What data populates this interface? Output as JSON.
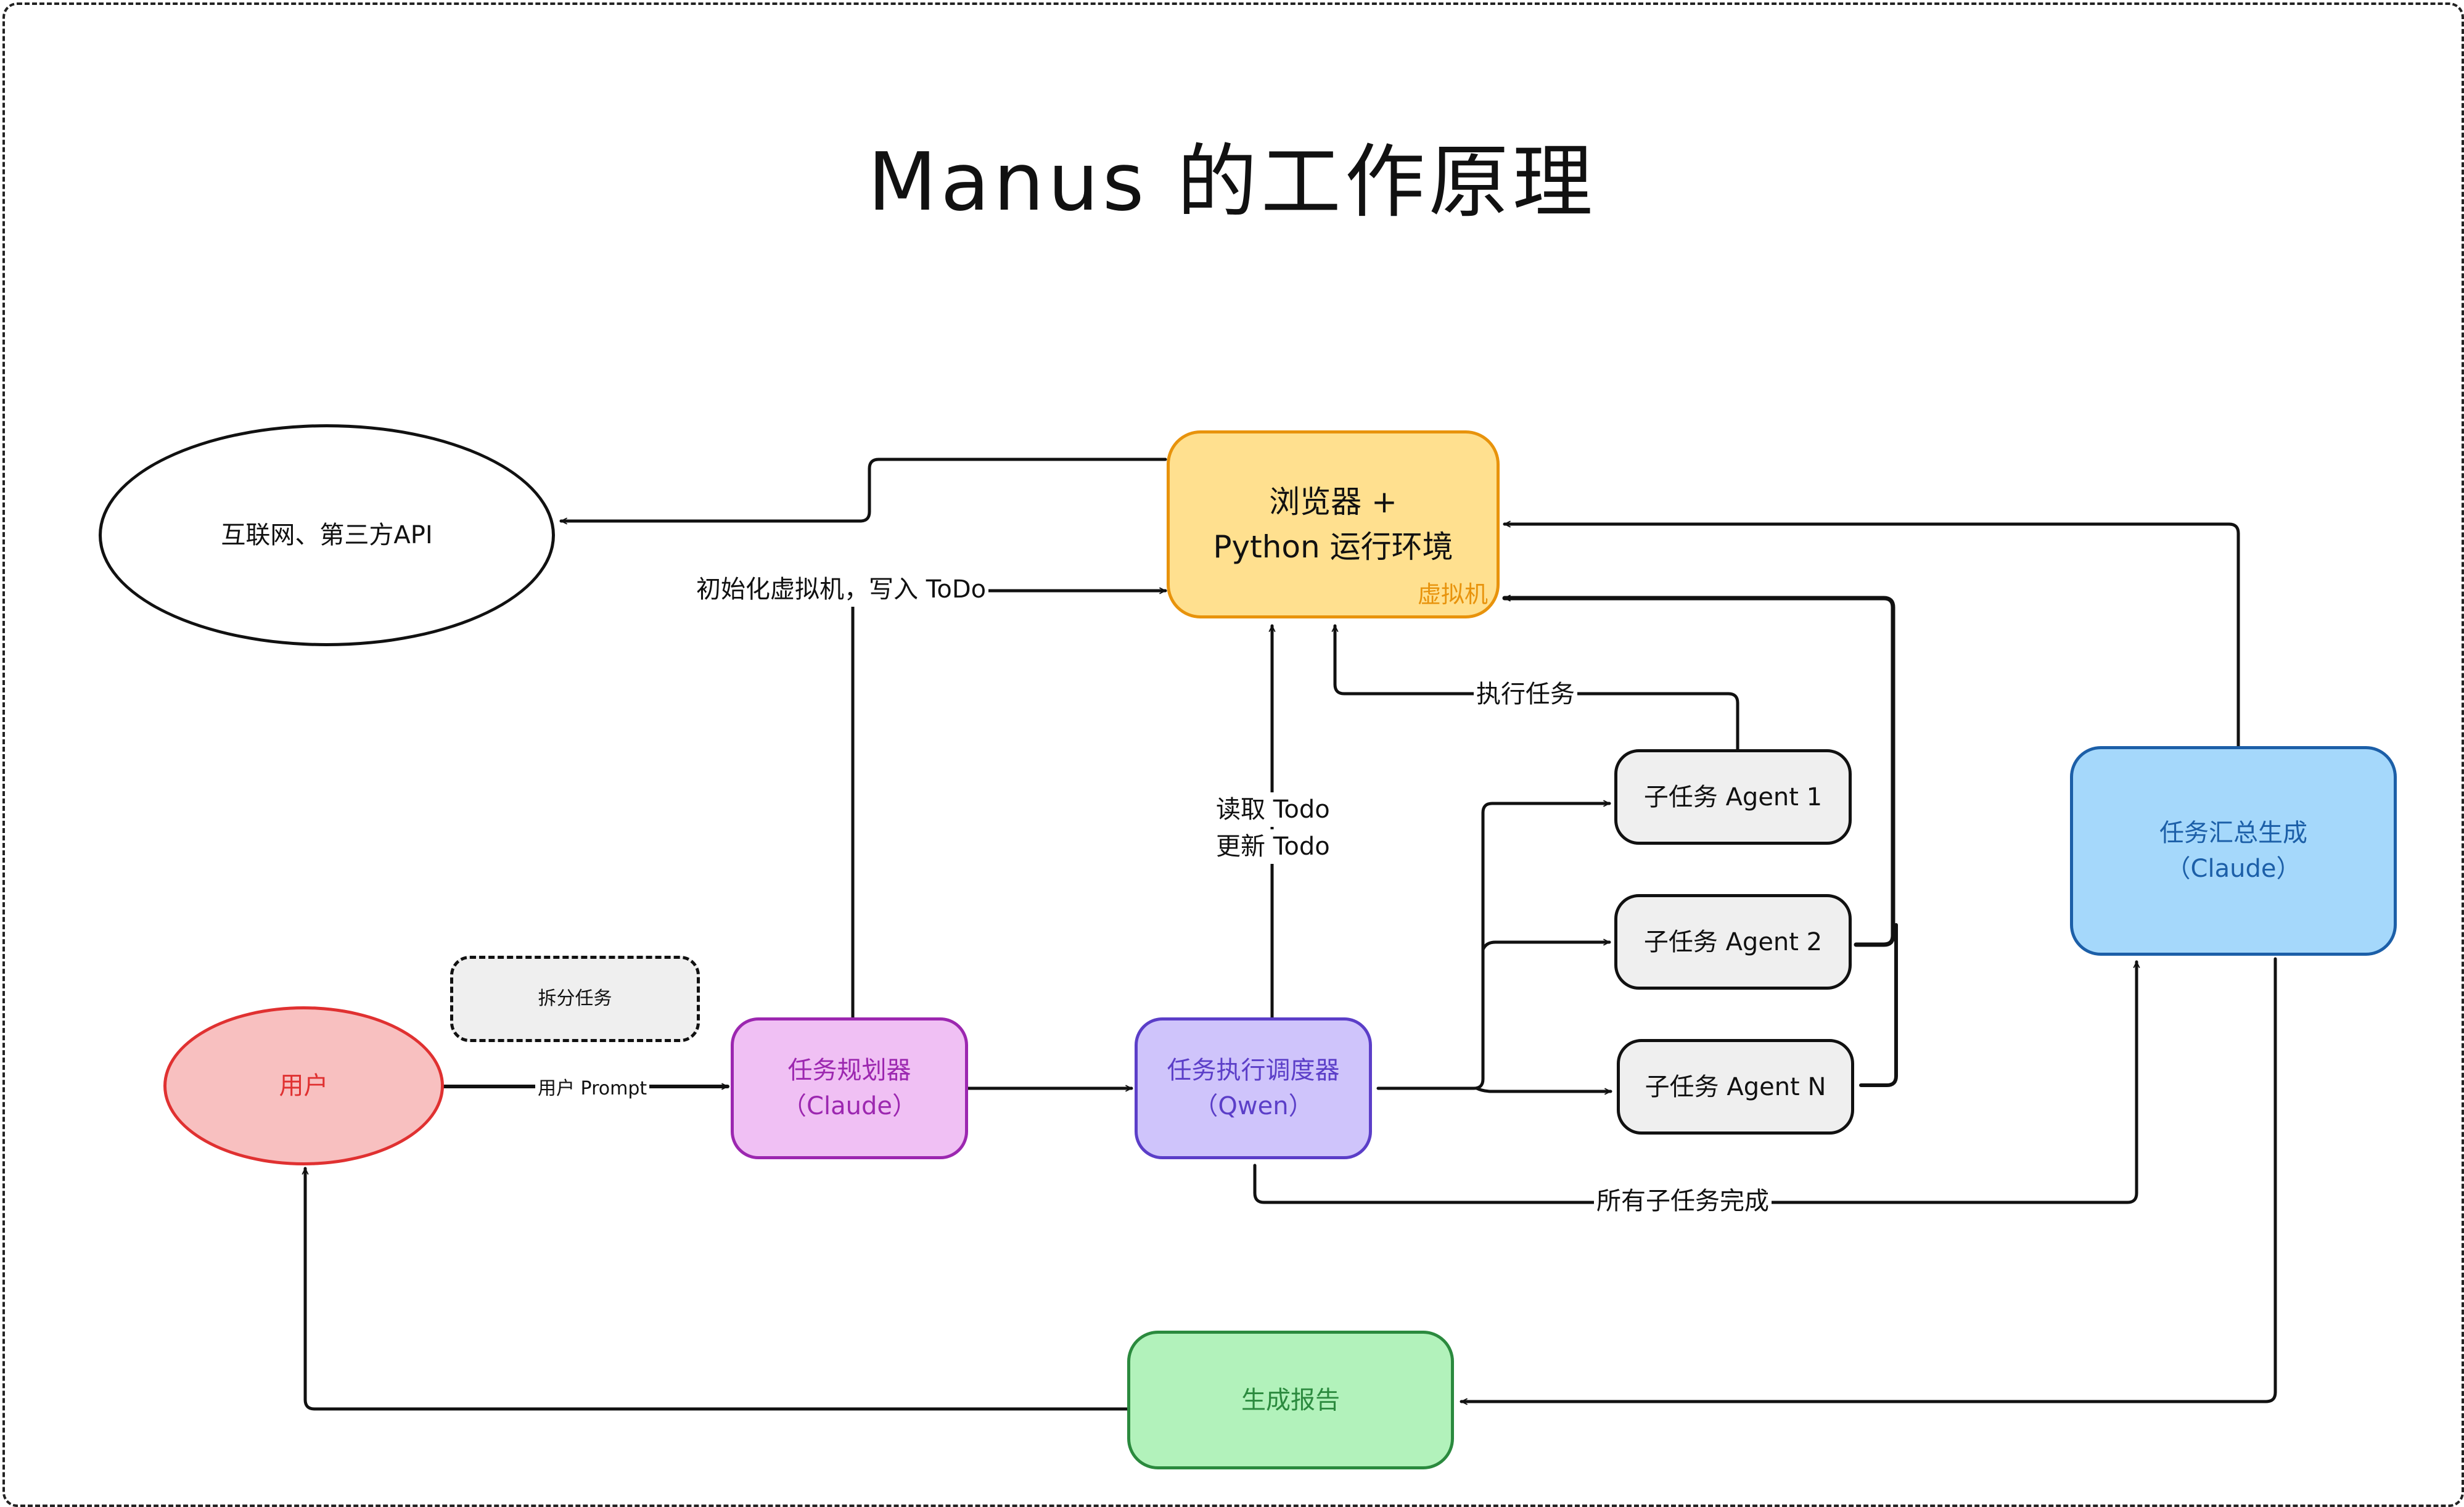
{
  "title": "Manus 的工作原理",
  "nodes": {
    "internet": {
      "text": "互联网、第三方API"
    },
    "vm": {
      "line1": "浏览器 +",
      "line2": "Python 运行环境",
      "tag": "虚拟机",
      "fill": "#ffe08f",
      "border": "#e8930c"
    },
    "user": {
      "text": "用户",
      "fill": "#f8c0c0",
      "border": "#e03131",
      "text_color": "#e03131"
    },
    "split_note": {
      "text": "拆分任务"
    },
    "planner": {
      "line1": "任务规划器",
      "line2": "（Claude）",
      "fill": "#f0c0f4",
      "border": "#9c27b0",
      "text_color": "#9c27b0"
    },
    "scheduler": {
      "line1": "任务执行调度器",
      "line2": "（Qwen）",
      "fill": "#cfc4fb",
      "border": "#5b3ec8",
      "text_color": "#5b3ec8"
    },
    "agents": [
      {
        "text": "子任务 Agent 1"
      },
      {
        "text": "子任务 Agent 2"
      },
      {
        "text": "子任务 Agent N"
      }
    ],
    "summary": {
      "line1": "任务汇总生成",
      "line2": "（Claude）",
      "fill": "#a5d8fb",
      "border": "#1c5fa8",
      "text_color": "#1c5fa8"
    },
    "report": {
      "text": "生成报告",
      "fill": "#b2f2bb",
      "border": "#2b8a3e",
      "text_color": "#2b8a3e"
    }
  },
  "edges": {
    "init_vm": "初始化虚拟机，写入 ToDo",
    "read_todo": "读取 Todo",
    "update_todo": "更新 Todo",
    "exec_task": "执行任务",
    "user_prompt": "用户 Prompt",
    "all_done": "所有子任务完成"
  }
}
